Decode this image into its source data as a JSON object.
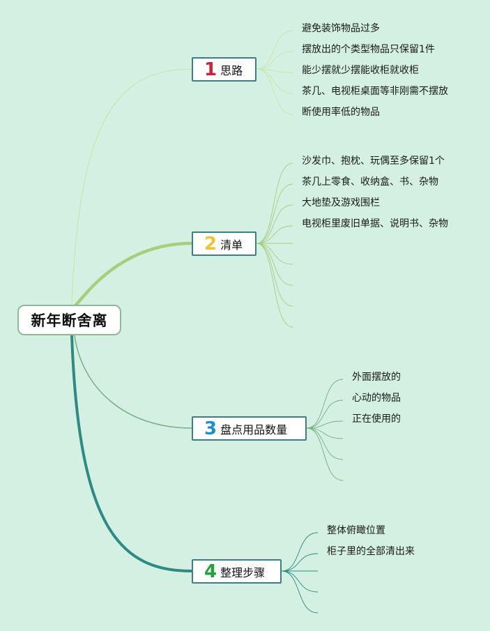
{
  "root": {
    "label": "新年断舍离"
  },
  "branches": [
    {
      "number": "1",
      "label": "思路",
      "number_color": "#d32039",
      "line_color": "#c6e8a6",
      "leaves": [
        "避免装饰物品过多",
        "摆放出的个类型物品只保留1件",
        "能少摆就少摆能收柜就收柜",
        "茶几、电视柜桌面等非刚需不摆放",
        "断使用率低的物品"
      ]
    },
    {
      "number": "2",
      "label": "清单",
      "number_color": "#f2c230",
      "line_color": "#a6cf7c",
      "leaves": [
        "沙发巾、抱枕、玩偶至多保留1个",
        "茶几上零食、收纳盒、书、杂物",
        "大地垫及游戏围栏",
        "电视柜里废旧单据、说明书、杂物"
      ]
    },
    {
      "number": "3",
      "label": "盘点用品数量",
      "number_color": "#1a8fcf",
      "line_color": "#79ae86",
      "leaves": [
        "外面摆放的",
        "心动的物品",
        "正在使用的"
      ]
    },
    {
      "number": "4",
      "label": "整理步骤",
      "number_color": "#22a23a",
      "line_color": "#2e8a84",
      "leaves": [
        "整体俯瞰位置",
        "柜子里的全部清出来"
      ]
    }
  ]
}
